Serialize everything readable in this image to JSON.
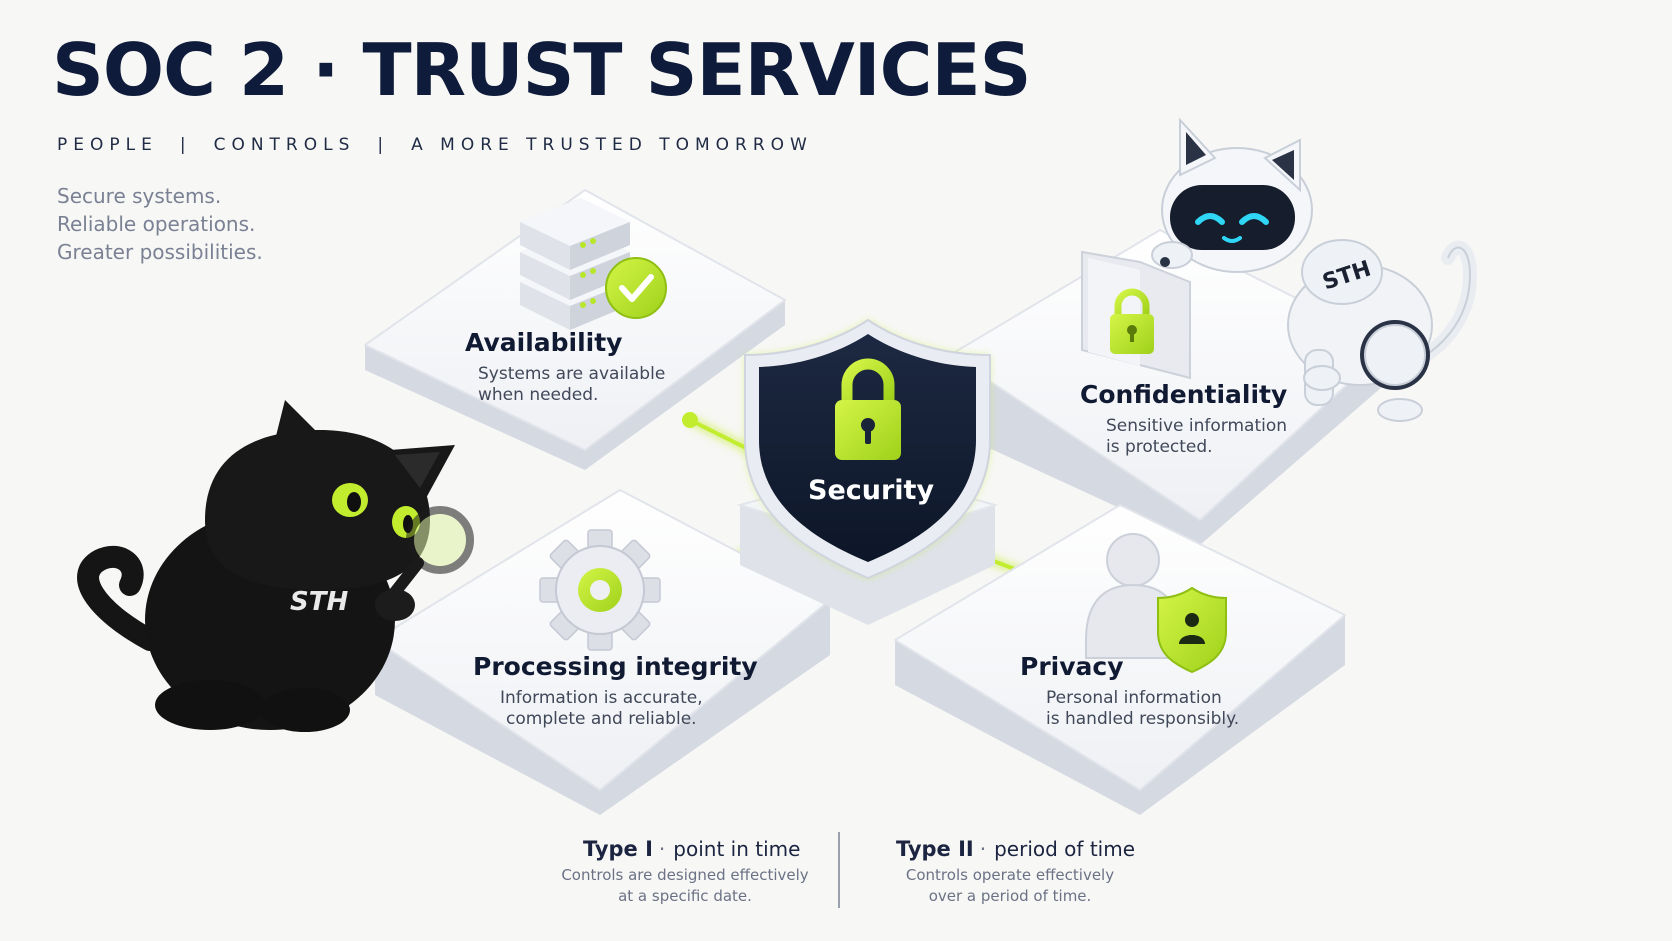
{
  "header": {
    "title": "SOC 2 · TRUST SERVICES",
    "tagline": [
      "PEOPLE",
      "CONTROLS",
      "A MORE TRUSTED TOMORROW"
    ],
    "tagline_separator": "|",
    "intro": [
      "Secure systems.",
      "Reliable operations.",
      "Greater possibilities."
    ]
  },
  "criteria": {
    "availability": {
      "title": "Availability",
      "desc": [
        "Systems are available",
        "when needed."
      ],
      "icon": "server-check-icon"
    },
    "confidentiality": {
      "title": "Confidentiality",
      "desc": [
        "Sensitive information",
        "is protected."
      ],
      "icon": "locked-folder-icon"
    },
    "processing_integrity": {
      "title": "Processing integrity",
      "desc": [
        "Information is accurate,",
        "complete and reliable."
      ],
      "icon": "gear-icon"
    },
    "privacy": {
      "title": "Privacy",
      "desc": [
        "Personal information",
        "is handled responsibly."
      ],
      "icon": "person-shield-icon"
    },
    "security": {
      "title": "Security",
      "icon": "padlock-shield-icon"
    }
  },
  "mascots": {
    "investigator_cat": {
      "hoodie_text": "STH",
      "icon": "magnifying-glass-icon"
    },
    "robot_cat": {
      "badge_text": "STH"
    }
  },
  "report_types": {
    "type1": {
      "name": "Type I",
      "sep": "·",
      "label": "point in time",
      "desc": [
        "Controls are designed effectively",
        "at a specific date."
      ]
    },
    "type2": {
      "name": "Type II",
      "sep": "·",
      "label": "period of time",
      "desc": [
        "Controls operate effectively",
        "over a period of time."
      ]
    }
  },
  "colors": {
    "navy": "#0f1b3a",
    "lime": "#b8e62a",
    "lime_dark": "#8fbf12",
    "card": "#f3f4f7",
    "card_edge": "#d9dce4"
  }
}
